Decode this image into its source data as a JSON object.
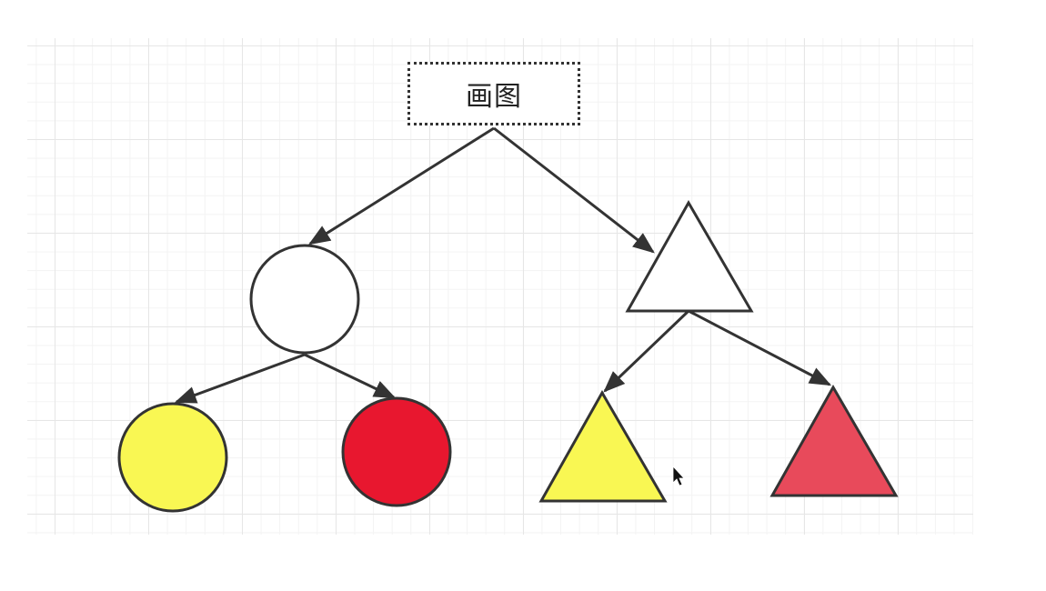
{
  "diagram": {
    "root_label": "画图"
  },
  "nodes": {
    "circle_parent": {
      "shape": "circle",
      "fill": "#ffffff"
    },
    "circle_yellow": {
      "shape": "circle",
      "fill": "#f9f753"
    },
    "circle_red": {
      "shape": "circle",
      "fill": "#e8172f"
    },
    "triangle_parent": {
      "shape": "triangle",
      "fill": "#ffffff"
    },
    "triangle_yellow": {
      "shape": "triangle",
      "fill": "#f9f753"
    },
    "triangle_red": {
      "shape": "triangle",
      "fill": "#e84a5b"
    }
  },
  "colors": {
    "stroke": "#333333",
    "grid_major": "#e6e6e6",
    "grid_minor": "#f3f3f3",
    "cursor": "#111111"
  }
}
